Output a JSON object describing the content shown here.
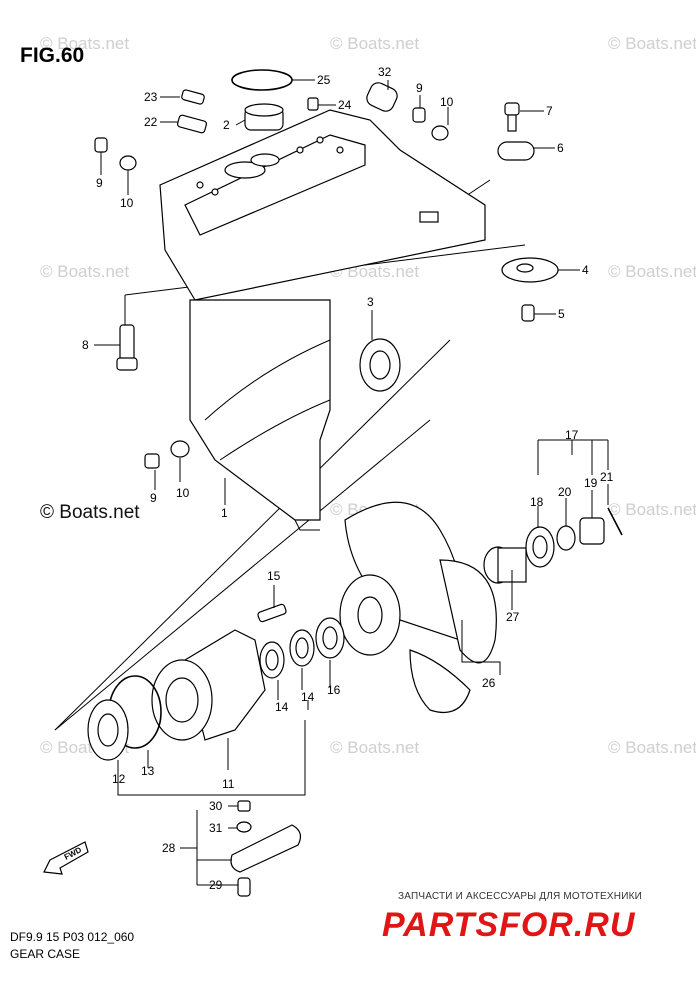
{
  "figure": {
    "title": "FIG.60",
    "code": "DF9.9 15 P03 012_060",
    "name": "GEAR CASE"
  },
  "watermark": {
    "text": "© Boats.net"
  },
  "branding": {
    "tagline": "ЗАПЧАСТИ И АКСЕССУАРЫ ДЛЯ МОТОТЕХНИКИ",
    "logo": "PARTSFOR.RU"
  },
  "fwd_label": "FWD",
  "callouts": [
    {
      "id": "c25",
      "text": "25"
    },
    {
      "id": "c32",
      "text": "32"
    },
    {
      "id": "c23",
      "text": "23"
    },
    {
      "id": "c24",
      "text": "24"
    },
    {
      "id": "c9a",
      "text": "9"
    },
    {
      "id": "c10a",
      "text": "10"
    },
    {
      "id": "c7",
      "text": "7"
    },
    {
      "id": "c22",
      "text": "22"
    },
    {
      "id": "c2",
      "text": "2"
    },
    {
      "id": "c6",
      "text": "6"
    },
    {
      "id": "c9b",
      "text": "9"
    },
    {
      "id": "c10b",
      "text": "10"
    },
    {
      "id": "c4",
      "text": "4"
    },
    {
      "id": "c5",
      "text": "5"
    },
    {
      "id": "c3",
      "text": "3"
    },
    {
      "id": "c8",
      "text": "8"
    },
    {
      "id": "c17",
      "text": "17"
    },
    {
      "id": "c21",
      "text": "21"
    },
    {
      "id": "c20",
      "text": "20"
    },
    {
      "id": "c19",
      "text": "19"
    },
    {
      "id": "c18",
      "text": "18"
    },
    {
      "id": "c9c",
      "text": "9"
    },
    {
      "id": "c10c",
      "text": "10"
    },
    {
      "id": "c1",
      "text": "1"
    },
    {
      "id": "c15",
      "text": "15"
    },
    {
      "id": "c27",
      "text": "27"
    },
    {
      "id": "c26",
      "text": "26"
    },
    {
      "id": "c16",
      "text": "16"
    },
    {
      "id": "c14a",
      "text": "14"
    },
    {
      "id": "c14b",
      "text": "14"
    },
    {
      "id": "c11",
      "text": "11"
    },
    {
      "id": "c12",
      "text": "12"
    },
    {
      "id": "c13",
      "text": "13"
    },
    {
      "id": "c30",
      "text": "30"
    },
    {
      "id": "c31",
      "text": "31"
    },
    {
      "id": "c28",
      "text": "28"
    },
    {
      "id": "c29",
      "text": "29"
    }
  ]
}
